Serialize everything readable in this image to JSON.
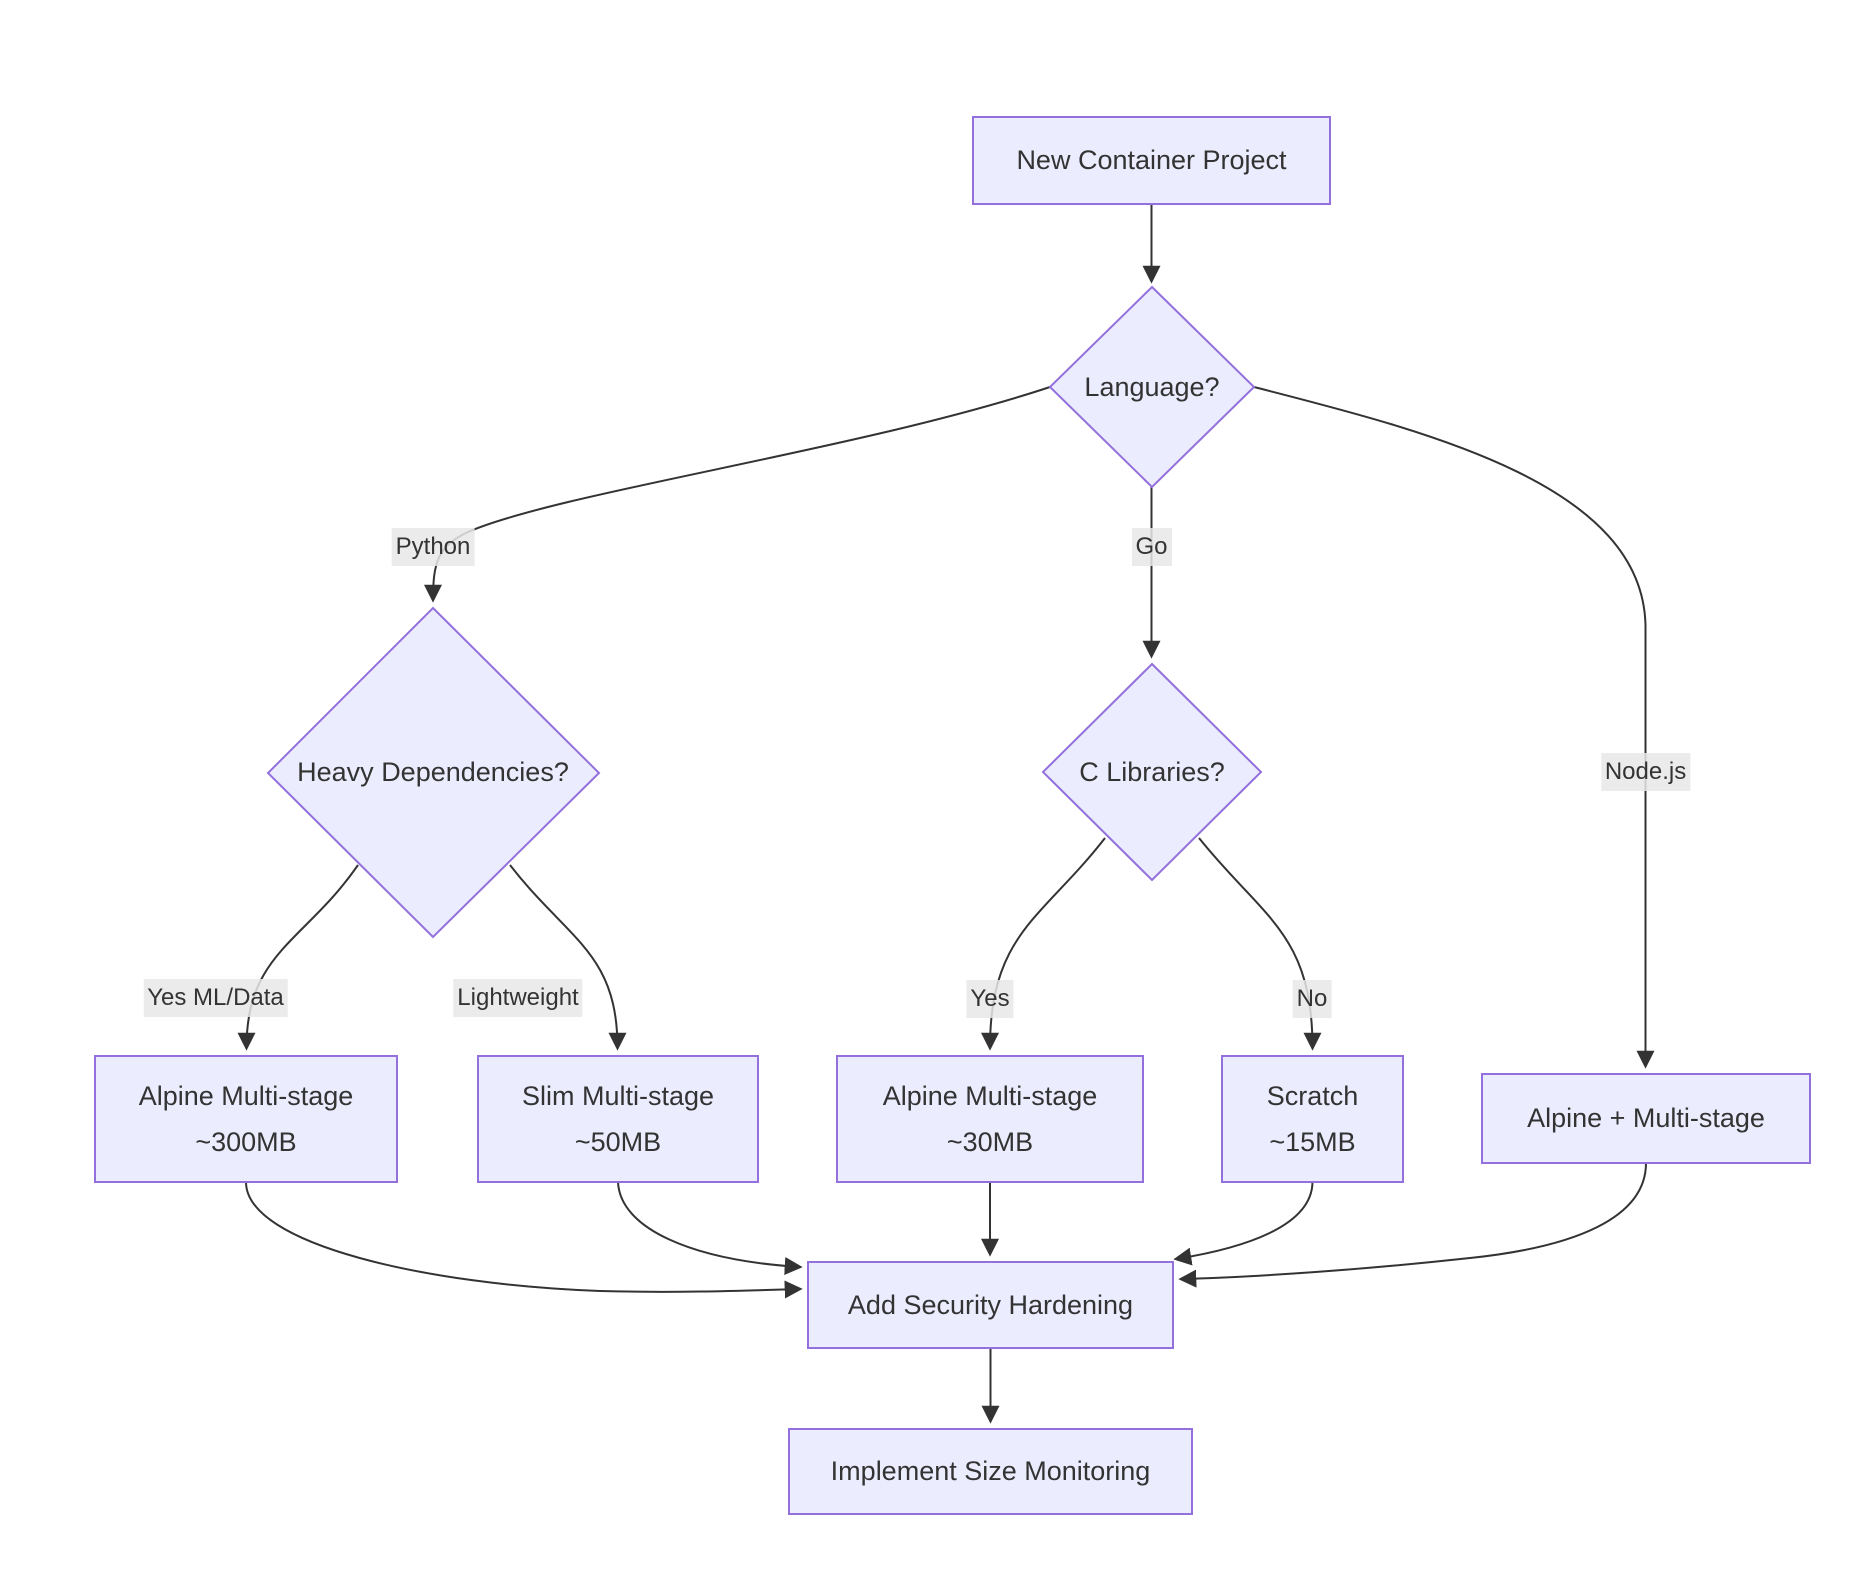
{
  "diagram_type": "flowchart",
  "theme": {
    "node_fill": "#ECECFF",
    "node_border": "#9370DB",
    "edge_color": "#333333",
    "text_color": "#333333",
    "edge_label_bg": "#E8E8E8",
    "background": "#FFFFFF"
  },
  "nodes": {
    "new_project": {
      "label": "New Container Project",
      "shape": "rect"
    },
    "language": {
      "label": "Language?",
      "shape": "diamond"
    },
    "heavy_deps": {
      "label": "Heavy Dependencies?",
      "shape": "diamond"
    },
    "c_libraries": {
      "label": "C Libraries?",
      "shape": "diamond"
    },
    "python_alpine": {
      "line1": "Alpine Multi-stage",
      "line2": "~300MB",
      "shape": "rect"
    },
    "python_slim": {
      "line1": "Slim Multi-stage",
      "line2": "~50MB",
      "shape": "rect"
    },
    "go_alpine": {
      "line1": "Alpine Multi-stage",
      "line2": "~30MB",
      "shape": "rect"
    },
    "go_scratch": {
      "line1": "Scratch",
      "line2": "~15MB",
      "shape": "rect"
    },
    "node_alpine": {
      "label": "Alpine + Multi-stage",
      "shape": "rect"
    },
    "security": {
      "label": "Add Security Hardening",
      "shape": "rect"
    },
    "monitoring": {
      "label": "Implement Size Monitoring",
      "shape": "rect"
    }
  },
  "edges": [
    {
      "from": "new_project",
      "to": "language",
      "label": ""
    },
    {
      "from": "language",
      "to": "heavy_deps",
      "label": "Python"
    },
    {
      "from": "language",
      "to": "c_libraries",
      "label": "Go"
    },
    {
      "from": "language",
      "to": "node_alpine",
      "label": "Node.js"
    },
    {
      "from": "heavy_deps",
      "to": "python_alpine",
      "label": "Yes ML/Data"
    },
    {
      "from": "heavy_deps",
      "to": "python_slim",
      "label": "Lightweight"
    },
    {
      "from": "c_libraries",
      "to": "go_alpine",
      "label": "Yes"
    },
    {
      "from": "c_libraries",
      "to": "go_scratch",
      "label": "No"
    },
    {
      "from": "python_alpine",
      "to": "security",
      "label": ""
    },
    {
      "from": "python_slim",
      "to": "security",
      "label": ""
    },
    {
      "from": "go_alpine",
      "to": "security",
      "label": ""
    },
    {
      "from": "go_scratch",
      "to": "security",
      "label": ""
    },
    {
      "from": "node_alpine",
      "to": "security",
      "label": ""
    },
    {
      "from": "security",
      "to": "monitoring",
      "label": ""
    }
  ]
}
